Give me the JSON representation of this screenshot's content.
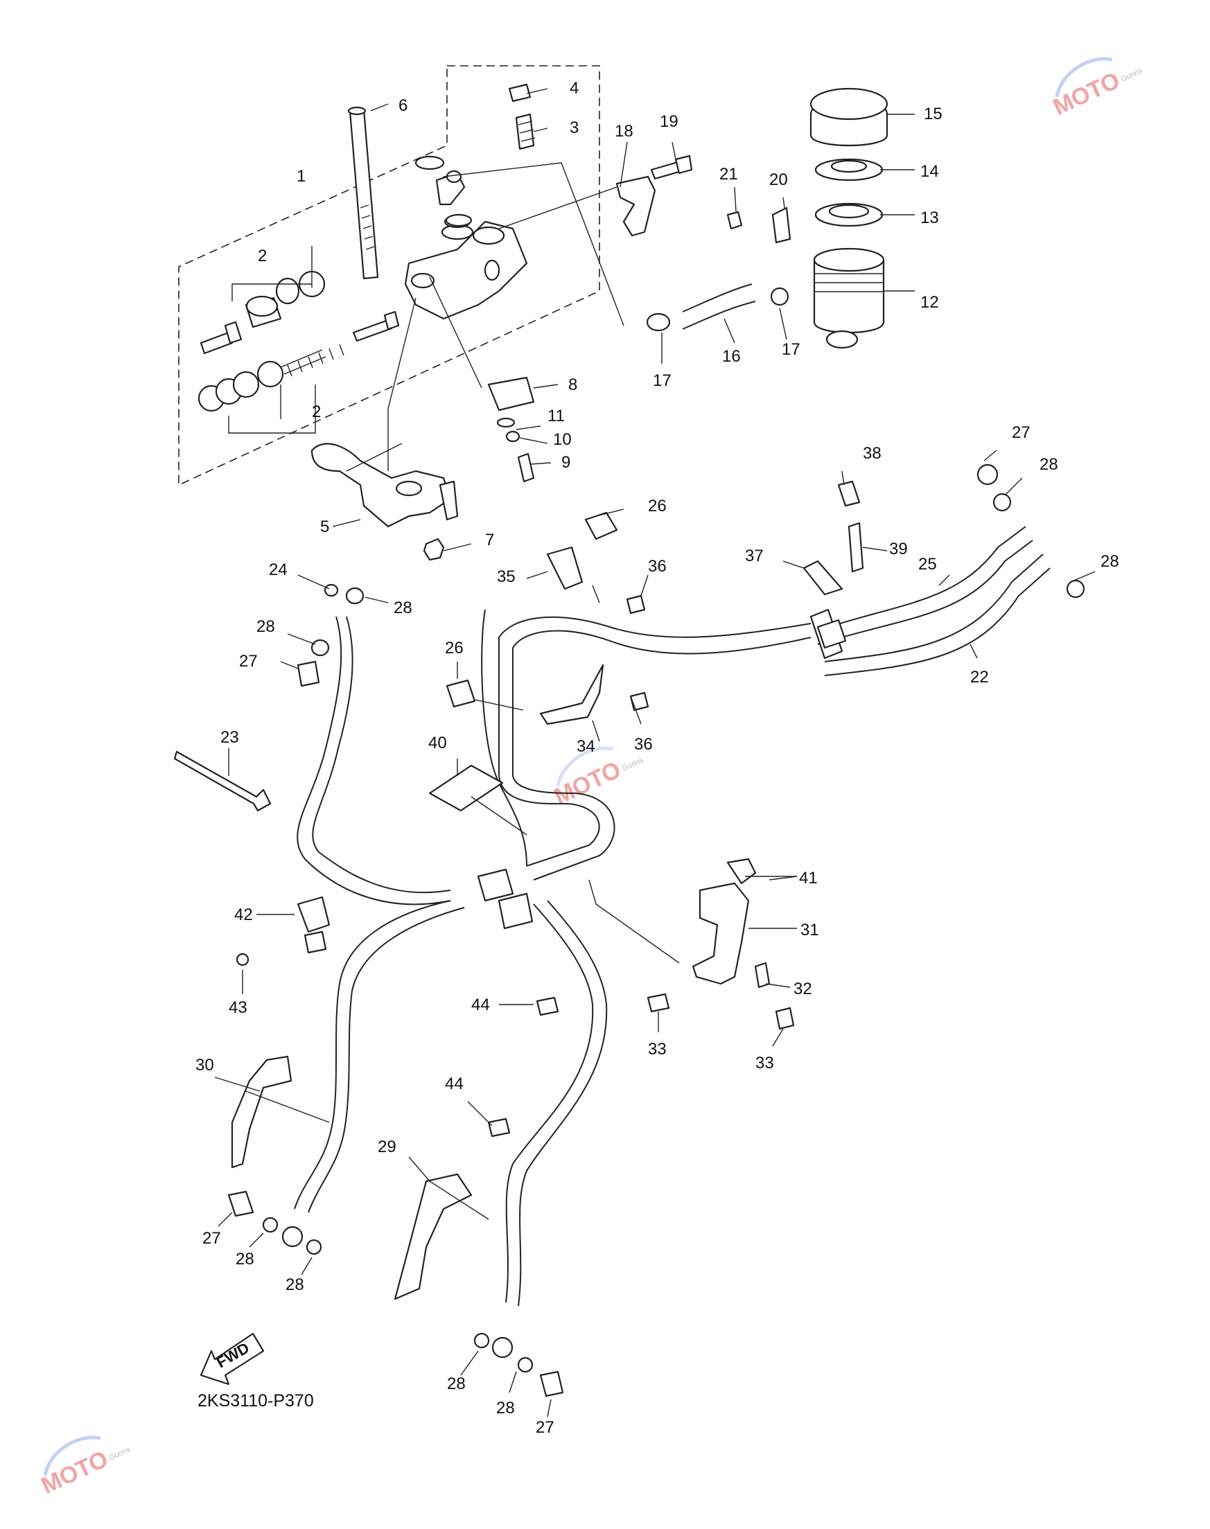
{
  "diagram": {
    "code": "2KS3110-P370",
    "fwd_label": "FWD",
    "watermark": {
      "text": "MOTO",
      "sub": "Gunns"
    },
    "callouts": [
      {
        "id": "c1",
        "text": "1"
      },
      {
        "id": "c2a",
        "text": "2"
      },
      {
        "id": "c2b",
        "text": "2"
      },
      {
        "id": "c3",
        "text": "3"
      },
      {
        "id": "c4",
        "text": "4"
      },
      {
        "id": "c5",
        "text": "5"
      },
      {
        "id": "c6",
        "text": "6"
      },
      {
        "id": "c7",
        "text": "7"
      },
      {
        "id": "c8",
        "text": "8"
      },
      {
        "id": "c9",
        "text": "9"
      },
      {
        "id": "c10",
        "text": "10"
      },
      {
        "id": "c11",
        "text": "11"
      },
      {
        "id": "c12",
        "text": "12"
      },
      {
        "id": "c13",
        "text": "13"
      },
      {
        "id": "c14",
        "text": "14"
      },
      {
        "id": "c15",
        "text": "15"
      },
      {
        "id": "c16",
        "text": "16"
      },
      {
        "id": "c17a",
        "text": "17"
      },
      {
        "id": "c17b",
        "text": "17"
      },
      {
        "id": "c18",
        "text": "18"
      },
      {
        "id": "c19",
        "text": "19"
      },
      {
        "id": "c20",
        "text": "20"
      },
      {
        "id": "c21",
        "text": "21"
      },
      {
        "id": "c22",
        "text": "22"
      },
      {
        "id": "c23",
        "text": "23"
      },
      {
        "id": "c24",
        "text": "24"
      },
      {
        "id": "c25",
        "text": "25"
      },
      {
        "id": "c26a",
        "text": "26"
      },
      {
        "id": "c26b",
        "text": "26"
      },
      {
        "id": "c27a",
        "text": "27"
      },
      {
        "id": "c27b",
        "text": "27"
      },
      {
        "id": "c27c",
        "text": "27"
      },
      {
        "id": "c27d",
        "text": "27"
      },
      {
        "id": "c28a",
        "text": "28"
      },
      {
        "id": "c28b",
        "text": "28"
      },
      {
        "id": "c28c",
        "text": "28"
      },
      {
        "id": "c28d",
        "text": "28"
      },
      {
        "id": "c28e",
        "text": "28"
      },
      {
        "id": "c28f",
        "text": "28"
      },
      {
        "id": "c28g",
        "text": "28"
      },
      {
        "id": "c28h",
        "text": "28"
      },
      {
        "id": "c29",
        "text": "29"
      },
      {
        "id": "c30",
        "text": "30"
      },
      {
        "id": "c31",
        "text": "31"
      },
      {
        "id": "c32",
        "text": "32"
      },
      {
        "id": "c33a",
        "text": "33"
      },
      {
        "id": "c33b",
        "text": "33"
      },
      {
        "id": "c34",
        "text": "34"
      },
      {
        "id": "c35",
        "text": "35"
      },
      {
        "id": "c36a",
        "text": "36"
      },
      {
        "id": "c36b",
        "text": "36"
      },
      {
        "id": "c37",
        "text": "37"
      },
      {
        "id": "c38",
        "text": "38"
      },
      {
        "id": "c39",
        "text": "39"
      },
      {
        "id": "c40",
        "text": "40"
      },
      {
        "id": "c41",
        "text": "41"
      },
      {
        "id": "c42",
        "text": "42"
      },
      {
        "id": "c43",
        "text": "43"
      },
      {
        "id": "c44a",
        "text": "44"
      },
      {
        "id": "c44b",
        "text": "44"
      }
    ]
  }
}
